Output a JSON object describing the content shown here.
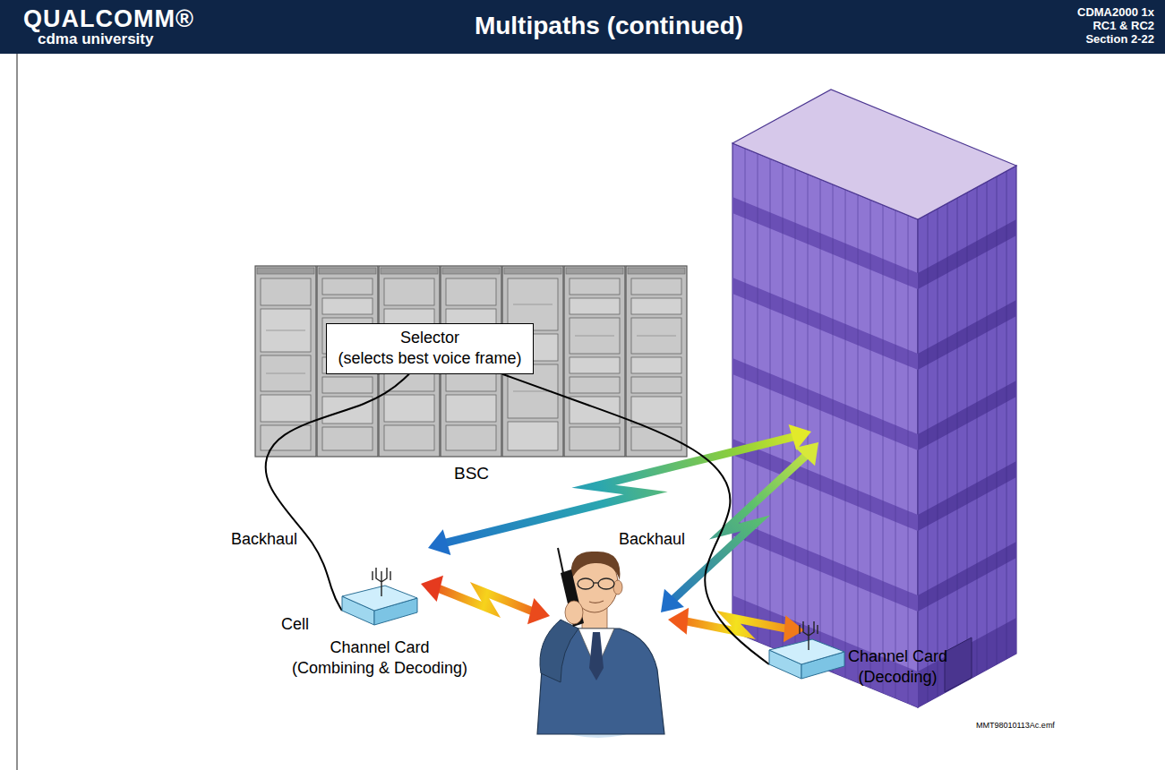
{
  "diagram": {
    "title": "Multipaths (continued)",
    "nodes": [
      {
        "text": [
          "BSC"
        ]
      },
      {
        "text": [
          "Selector (selects best voice frame)"
        ],
        "in": 0
      },
      {
        "text": [
          "Cell",
          "Channel Card (Combining & Decoding)"
        ]
      },
      {
        "text": [
          "Channel Card (Decoding)"
        ]
      }
    ],
    "edges": [
      {
        "from": 1,
        "to": 2,
        "arrow": "none",
        "label": "Backhaul"
      },
      {
        "from": 1,
        "to": 3,
        "arrow": "none",
        "label": "Backhaul"
      }
    ],
    "labels": [
      "QUALCOMM®",
      "cdma university",
      "CDMA2000 1x",
      "RC1 & RC2",
      "Section 2-22",
      "MMT98010113Ac.emf"
    ]
  }
}
